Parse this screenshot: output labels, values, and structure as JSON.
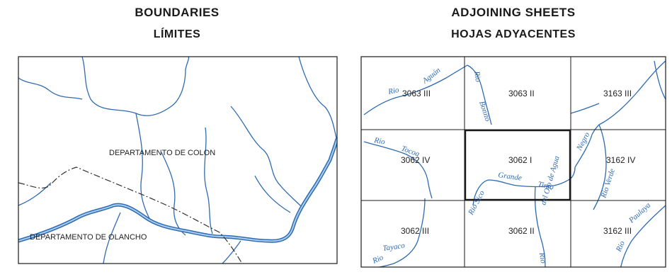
{
  "left_panel": {
    "title": "BOUNDARIES",
    "subtitle": "LÍMITES",
    "labels": {
      "colon": "DEPARTAMENTO DE COLON",
      "olancho": "DEPARTAMENTO DE OLANCHO"
    }
  },
  "right_panel": {
    "title": "ADJOINING SHEETS",
    "subtitle": "HOJAS ADYACENTES",
    "sheets": [
      "3063 III",
      "3063 II",
      "3163 III",
      "3062 IV",
      "3062 I",
      "3162 IV",
      "3062 III",
      "3062 II",
      "3162 III"
    ],
    "rivers": {
      "aguan_1": "Rio",
      "aguan_2": "Aguán",
      "bonito_1": "Rio",
      "bonito_2": "Bonito",
      "tocoa_1": "Rio",
      "tocoa_2": "Tocoa",
      "grande": "Grande",
      "tinto": "Tinto",
      "sico": "Rio Sico",
      "negro": "Negro",
      "verde": "Rio Verde",
      "ojo_agua": "del Ojo de Agua",
      "ojo_rio": "Rio",
      "tayaco_1": "Tayaco",
      "tayaco_2": "Rio",
      "paulaya_1": "Paulaya",
      "paulaya_2": "Rio"
    }
  },
  "colors": {
    "river": "#2f6bb0",
    "river_fill": "#7fb0dc",
    "frame": "#1a1a1a"
  }
}
